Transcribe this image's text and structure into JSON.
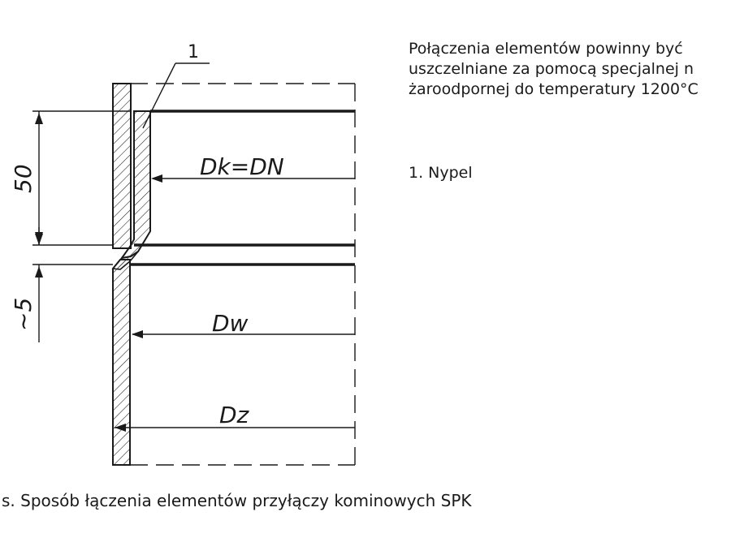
{
  "note": {
    "lines": [
      "Połączenia elementów powinny być",
      "uszczelniane za pomocą specjalnej n",
      "żaroodpornej do temperatury 1200°C"
    ]
  },
  "legend": {
    "item_1": "1. Nypel"
  },
  "labels": {
    "callout": "1",
    "dk_dn": "Dk=DN",
    "dw": "Dw",
    "dz": "Dz",
    "dim_50": "50",
    "dim_5": "~5"
  },
  "caption": "s. Sposób łączenia elementów przyłączy kominowych SPK"
}
